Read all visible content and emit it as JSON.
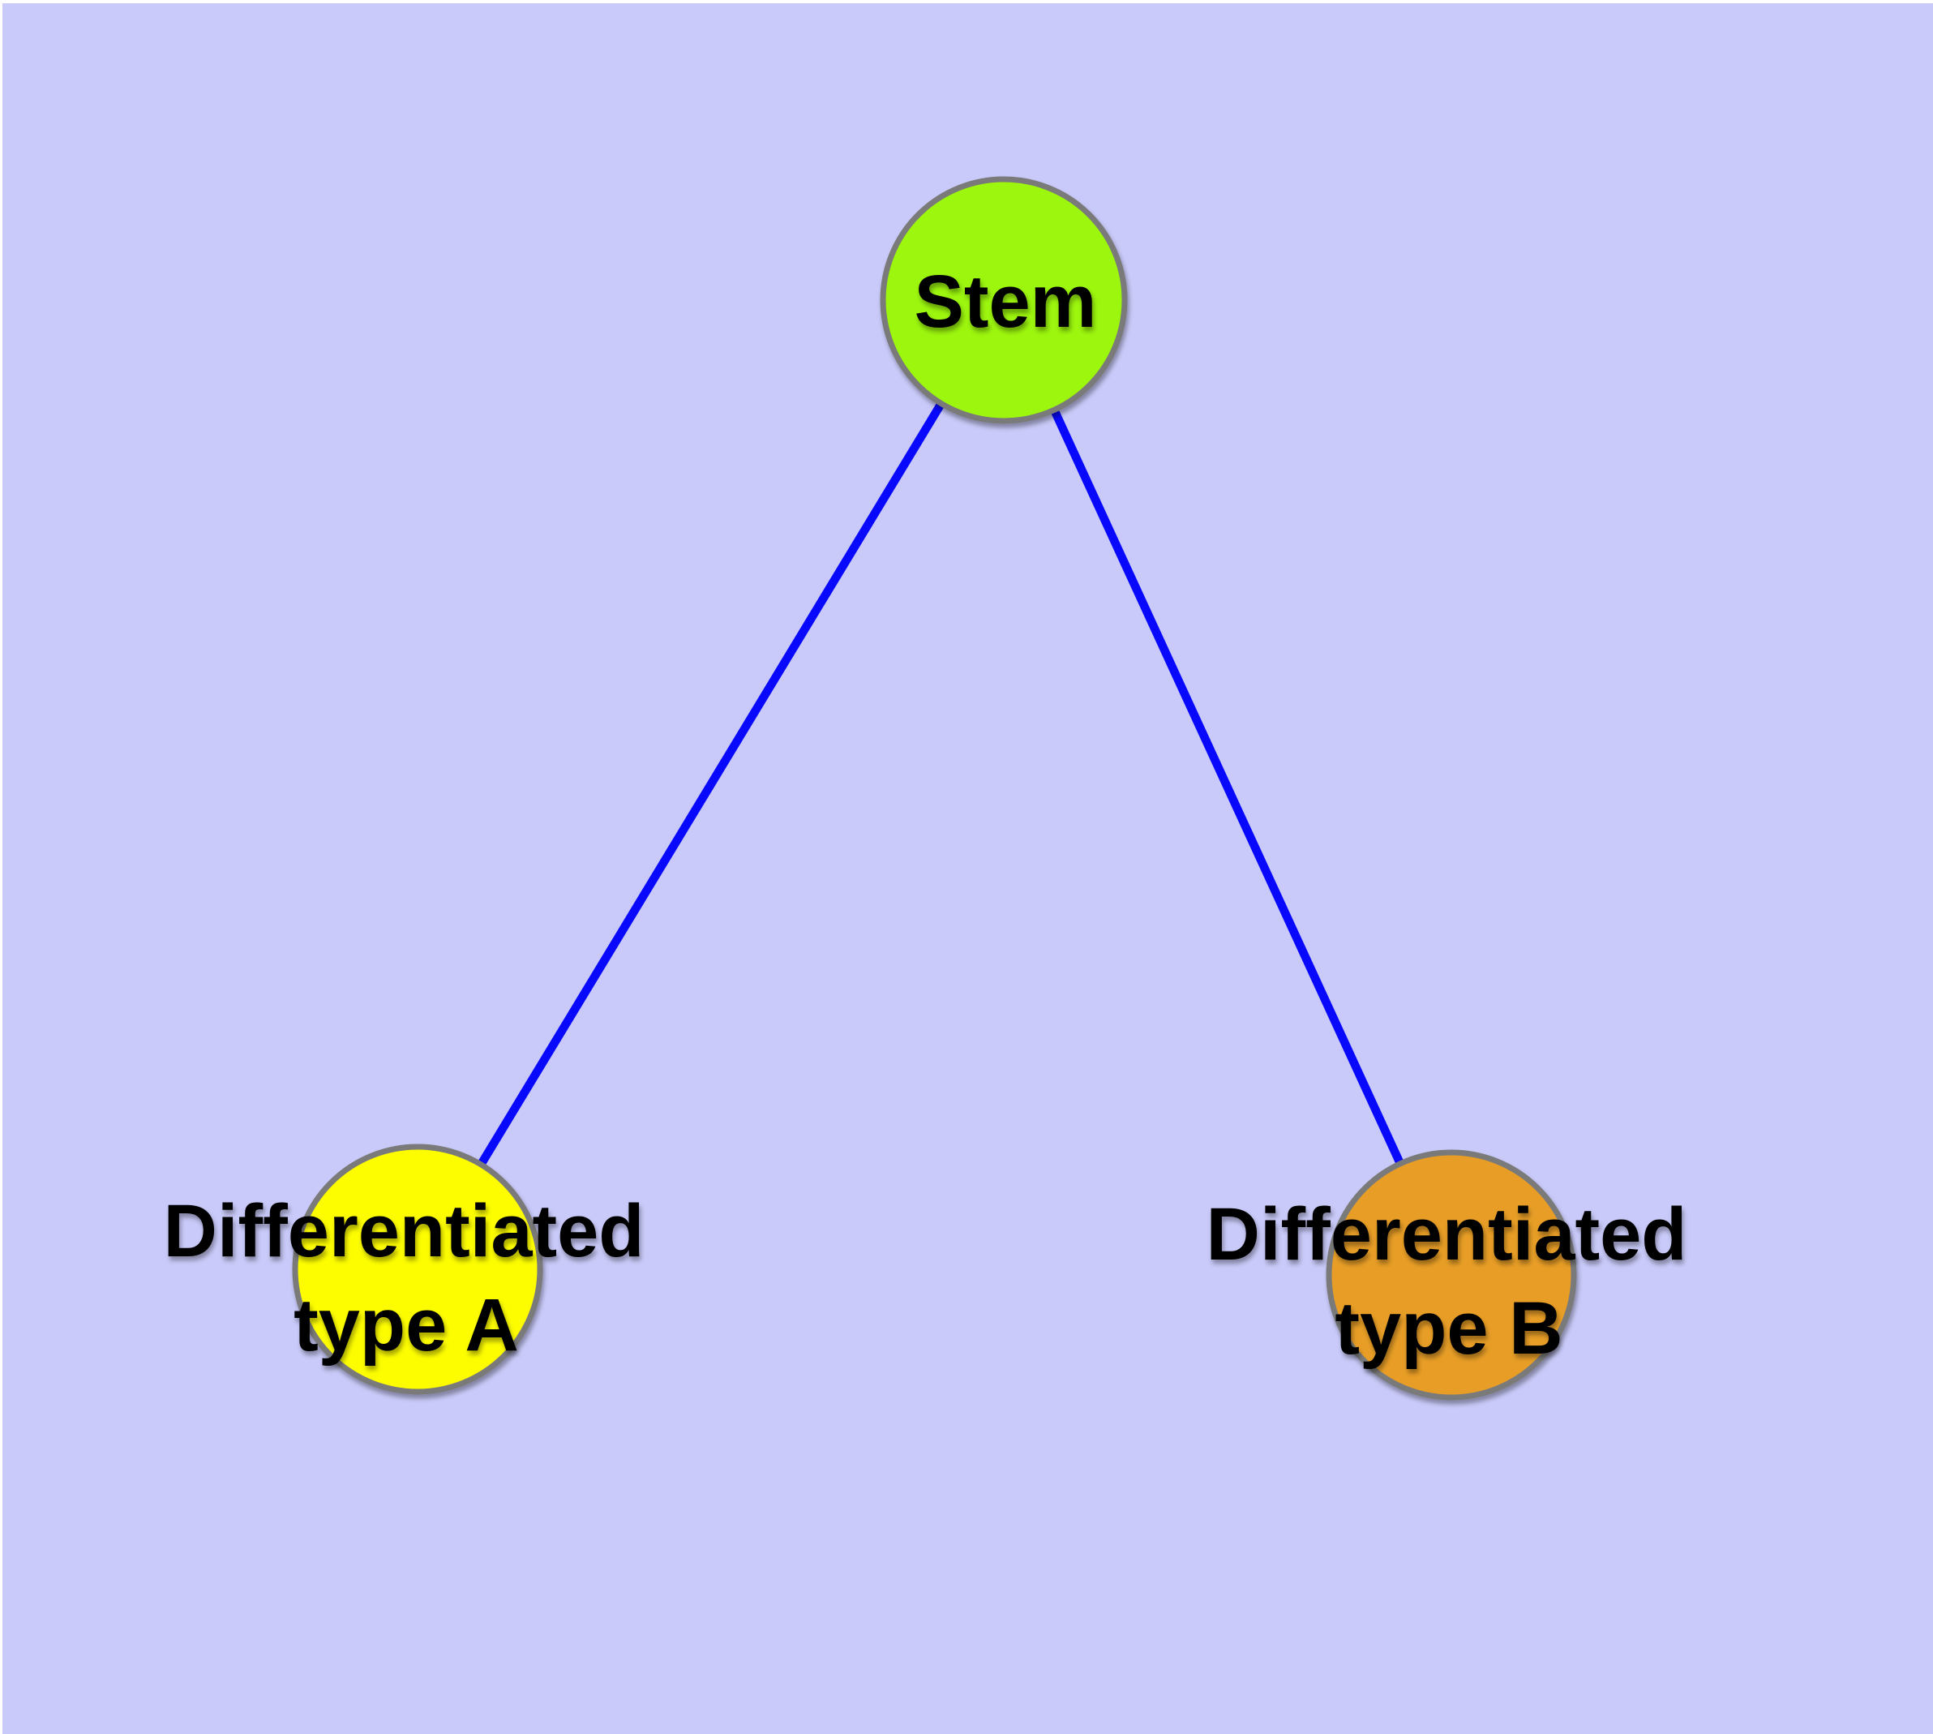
{
  "diagram": {
    "background_color": "#c9caf9",
    "frame_color": "#ffffff",
    "edge_color": "#0808fc",
    "node_border_color": "#7a7a7a",
    "label_color": "#000000",
    "nodes": [
      {
        "id": "stem",
        "label": "Stem",
        "fill": "#9cf607"
      },
      {
        "id": "differentiated-type-a",
        "label_line1": "Differentiated",
        "label_line2": "type A",
        "fill": "#fdfd00"
      },
      {
        "id": "differentiated-type-b",
        "label_line1": "Differentiated",
        "label_line2": "type B",
        "fill": "#e89e26"
      }
    ],
    "edges": [
      {
        "from": "stem",
        "to": "differentiated-type-a"
      },
      {
        "from": "stem",
        "to": "differentiated-type-b"
      }
    ]
  }
}
